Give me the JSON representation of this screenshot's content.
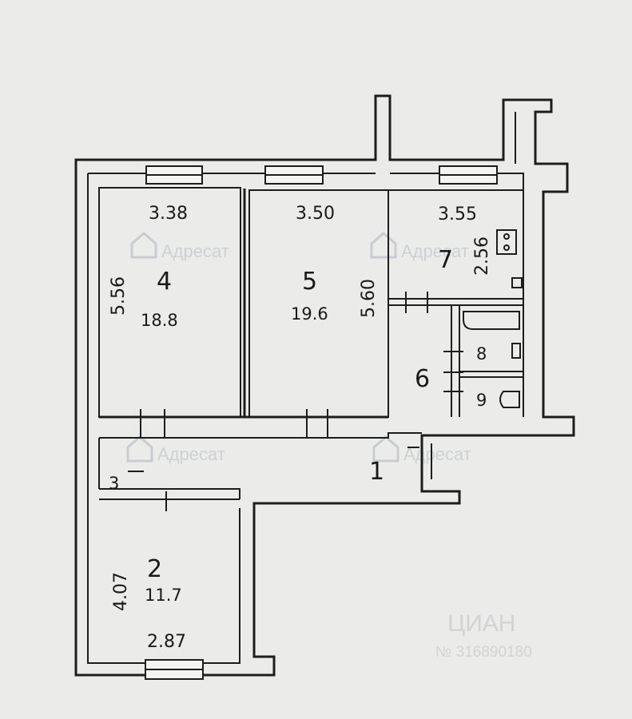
{
  "rooms": [
    {
      "id": "room-4",
      "number": "4",
      "area": "18.8",
      "width": "3.38",
      "length": "5.56"
    },
    {
      "id": "room-5",
      "number": "5",
      "area": "19.6",
      "width": "3.50",
      "length": "5.60"
    },
    {
      "id": "room-7",
      "number": "7",
      "width": "3.55",
      "length": "2.56"
    },
    {
      "id": "room-6",
      "number": "6"
    },
    {
      "id": "room-8",
      "number": "8"
    },
    {
      "id": "room-9",
      "number": "9"
    },
    {
      "id": "room-1",
      "number": "1"
    },
    {
      "id": "room-3",
      "number": "3"
    },
    {
      "id": "room-2",
      "number": "2",
      "area": "11.7",
      "width": "2.87",
      "length": "4.07"
    }
  ],
  "watermark": {
    "brand": "Адресат",
    "footer_brand": "ЦИАН",
    "footer_number": "№ 316890180"
  }
}
